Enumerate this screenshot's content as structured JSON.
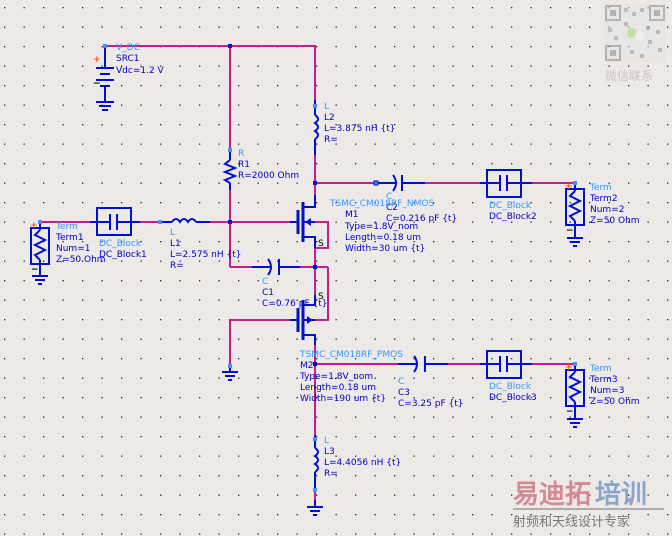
{
  "components": {
    "src1": {
      "type": "V_DC",
      "name": "SRC1",
      "value": "Vdc=1.2 V"
    },
    "r1": {
      "type": "R",
      "name": "R1",
      "value": "R=2000 Ohm"
    },
    "l1": {
      "type": "L",
      "name": "L1",
      "value": "L=2.575 nH {t}",
      "r": "R="
    },
    "l2": {
      "type": "L",
      "name": "L2",
      "value": "L=3.875 nH {t}",
      "r": "R="
    },
    "l3": {
      "type": "L",
      "name": "L3",
      "value": "L=4.4056 nH {t}",
      "r": "R="
    },
    "c1": {
      "type": "C",
      "name": "C1",
      "value": "C=0.76 pF {t}"
    },
    "c2": {
      "type": "C",
      "name": "C2",
      "value": "C=0.216 pF {t}"
    },
    "c3": {
      "type": "C",
      "name": "C3",
      "value": "C=3.25 pF {t}"
    },
    "m1": {
      "model": "TSMC_CM018RF_NMOS",
      "name": "M1",
      "type": "Type=1.8V_nom",
      "length": "Length=0.18 um",
      "width": "Width=30 um {t}",
      "pin": "S"
    },
    "m2": {
      "model": "TSMC_CM018RF_PMOS",
      "name": "M2",
      "type": "Type=1.8V_nom",
      "length": "Length=0.18 um",
      "width": "Width=190 um {t}",
      "pin": "S"
    },
    "dcb1": {
      "type": "DC_Block",
      "name": "DC_Block1"
    },
    "dcb2": {
      "type": "DC_Block",
      "name": "DC_Block2"
    },
    "dcb3": {
      "type": "DC_Block",
      "name": "DC_Block3"
    },
    "term1": {
      "type": "Term",
      "name": "Term1",
      "num": "Num=1",
      "z": "Z=50 Ohm"
    },
    "term2": {
      "type": "Term",
      "name": "Term2",
      "num": "Num=2",
      "z": "Z=50 Ohm"
    },
    "term3": {
      "type": "Term",
      "name": "Term3",
      "num": "Num=3",
      "z": "Z=50 Ohm"
    }
  },
  "watermark": {
    "qr_caption": "微信联系",
    "brand_red": "易迪拓",
    "brand_blue": "培训",
    "tagline": "射频和天线设计专家"
  }
}
